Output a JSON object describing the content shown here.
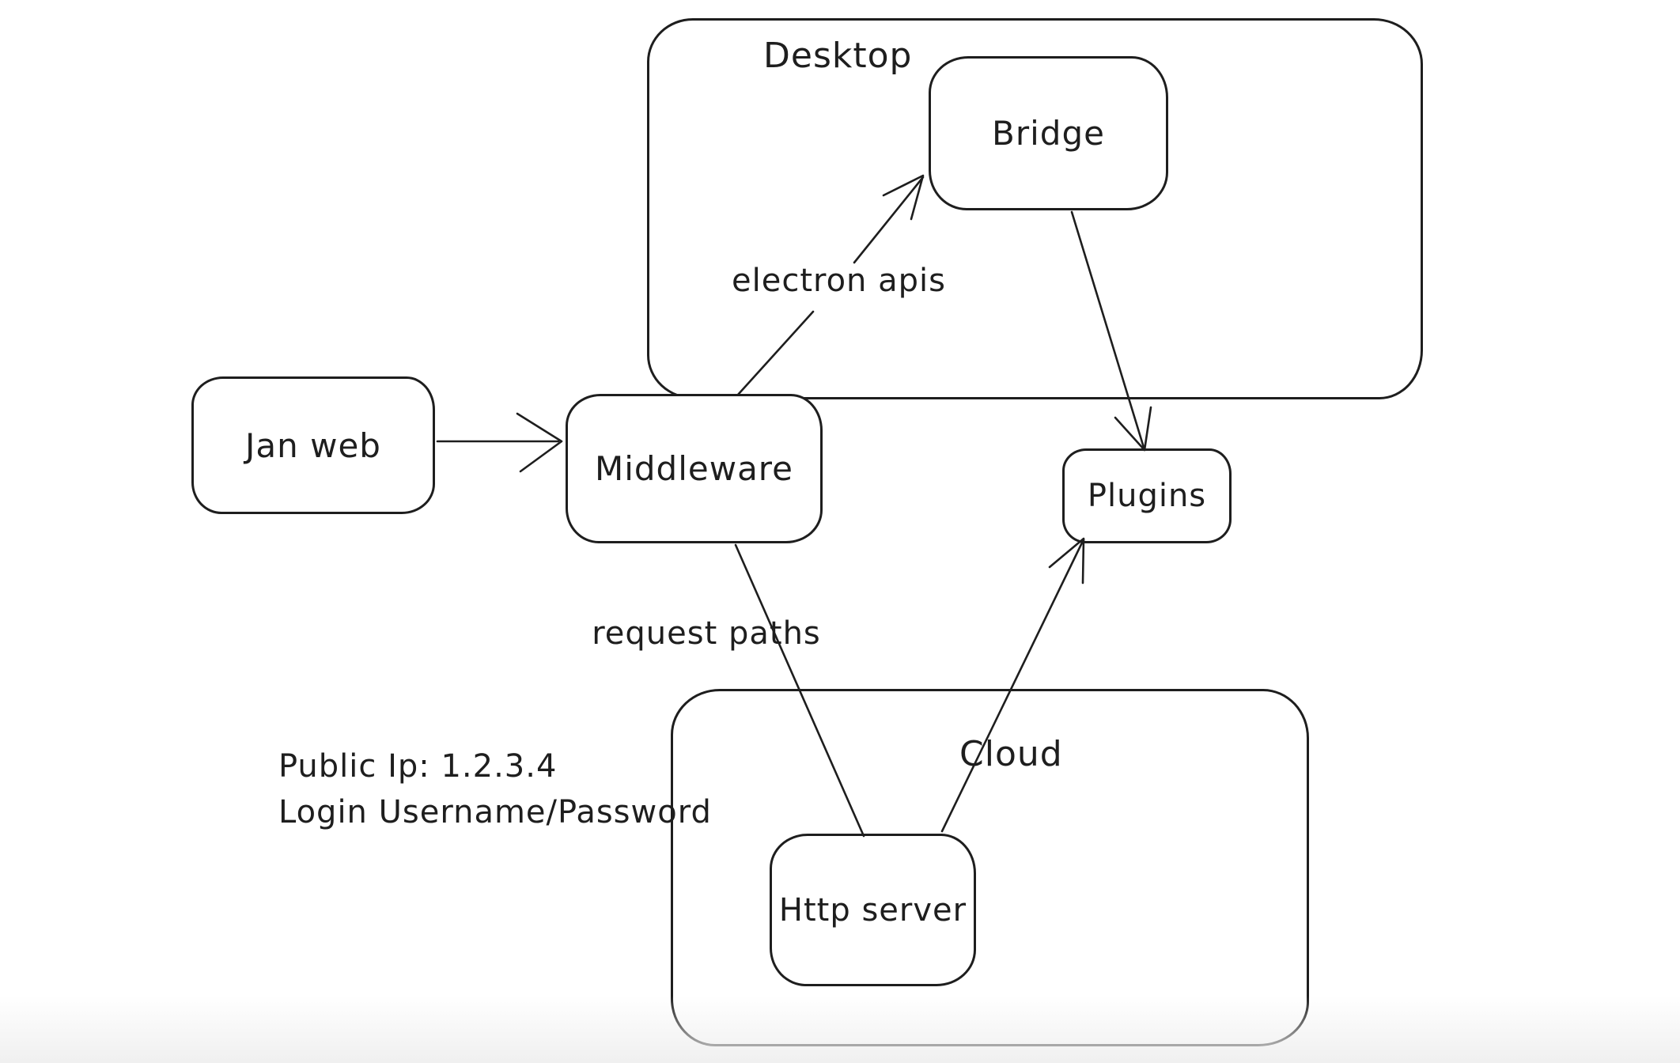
{
  "app": {
    "background_color": "#ffffff",
    "stroke_color": "#1e1e1e"
  },
  "diagram": {
    "containers": [
      {
        "id": "desktop",
        "label": "Desktop"
      },
      {
        "id": "cloud",
        "label": "Cloud"
      }
    ],
    "nodes": [
      {
        "id": "jan-web",
        "label": "Jan web"
      },
      {
        "id": "middleware",
        "label": "Middleware"
      },
      {
        "id": "bridge",
        "label": "Bridge"
      },
      {
        "id": "plugins",
        "label": "Plugins"
      },
      {
        "id": "http-server",
        "label": "Http server"
      }
    ],
    "edges": [
      {
        "id": "janweb-to-middleware",
        "from": "jan-web",
        "to": "middleware",
        "label": ""
      },
      {
        "id": "middleware-to-bridge",
        "from": "middleware",
        "to": "bridge",
        "label": "electron apis"
      },
      {
        "id": "bridge-to-plugins",
        "from": "bridge",
        "to": "plugins",
        "label": ""
      },
      {
        "id": "middleware-to-httpserver",
        "from": "middleware",
        "to": "http-server",
        "label": "request paths"
      },
      {
        "id": "httpserver-to-plugins",
        "from": "http-server",
        "to": "plugins",
        "label": ""
      }
    ],
    "annotation": {
      "line1": "Public Ip: 1.2.3.4",
      "line2": "Login Username/Password"
    }
  }
}
